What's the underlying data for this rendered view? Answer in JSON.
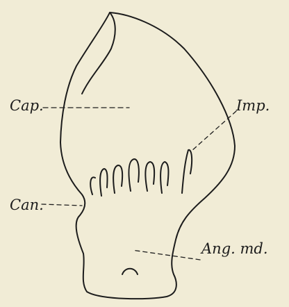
{
  "figure": {
    "labels": {
      "cap": "Cap.",
      "imp": "Imp.",
      "can": "Can.",
      "ang_md": "Ang. md."
    },
    "colors": {
      "background": "#f1ecd6",
      "ink": "#1c1c1c"
    }
  }
}
